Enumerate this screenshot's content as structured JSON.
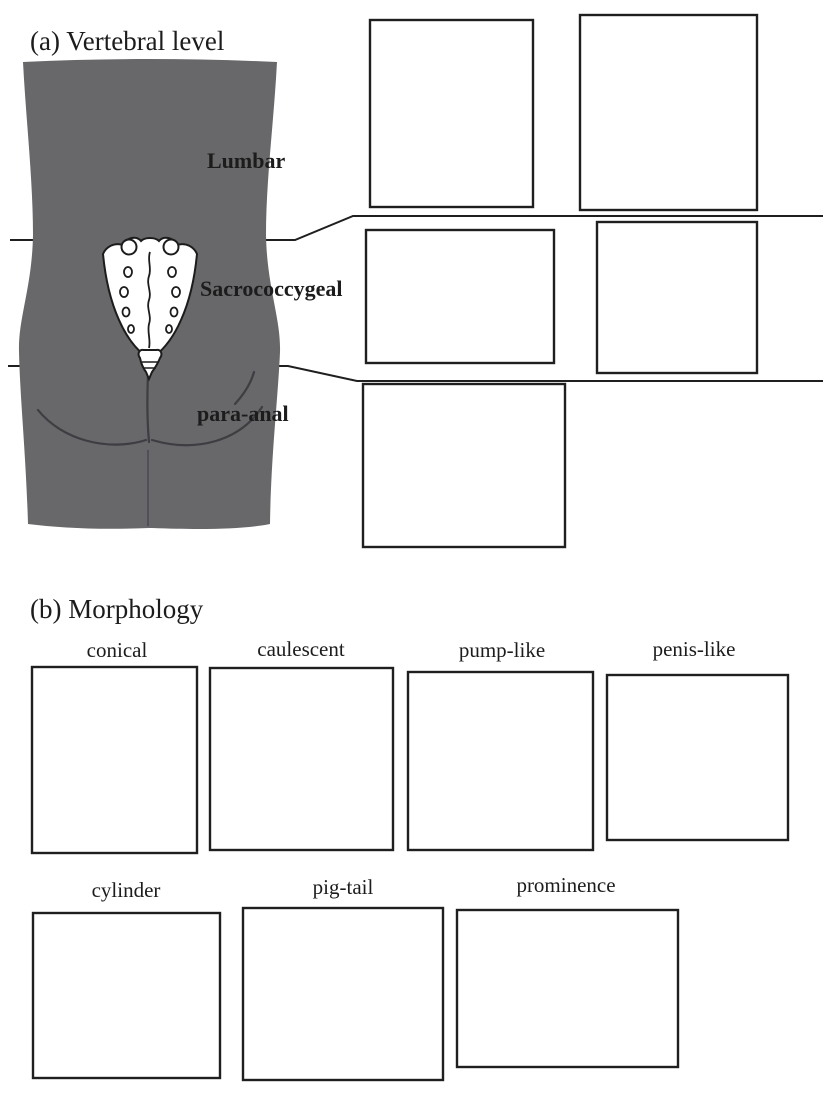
{
  "colors": {
    "skin": "#edcbba",
    "appendage": "#c59e92",
    "body": "#68686b",
    "outline": "#1f1f1f",
    "faint_line": "#a98878"
  },
  "section_a": {
    "title": "(a) Vertebral level",
    "levels": [
      {
        "label": "Lumbar"
      },
      {
        "label": "Sacrococcygeal"
      },
      {
        "label": "para-anal"
      }
    ]
  },
  "section_b": {
    "title": "(b) Morphology",
    "types": [
      "conical",
      "caulescent",
      "pump-like",
      "penis-like",
      "cylinder",
      "pig-tail",
      "prominence"
    ]
  }
}
